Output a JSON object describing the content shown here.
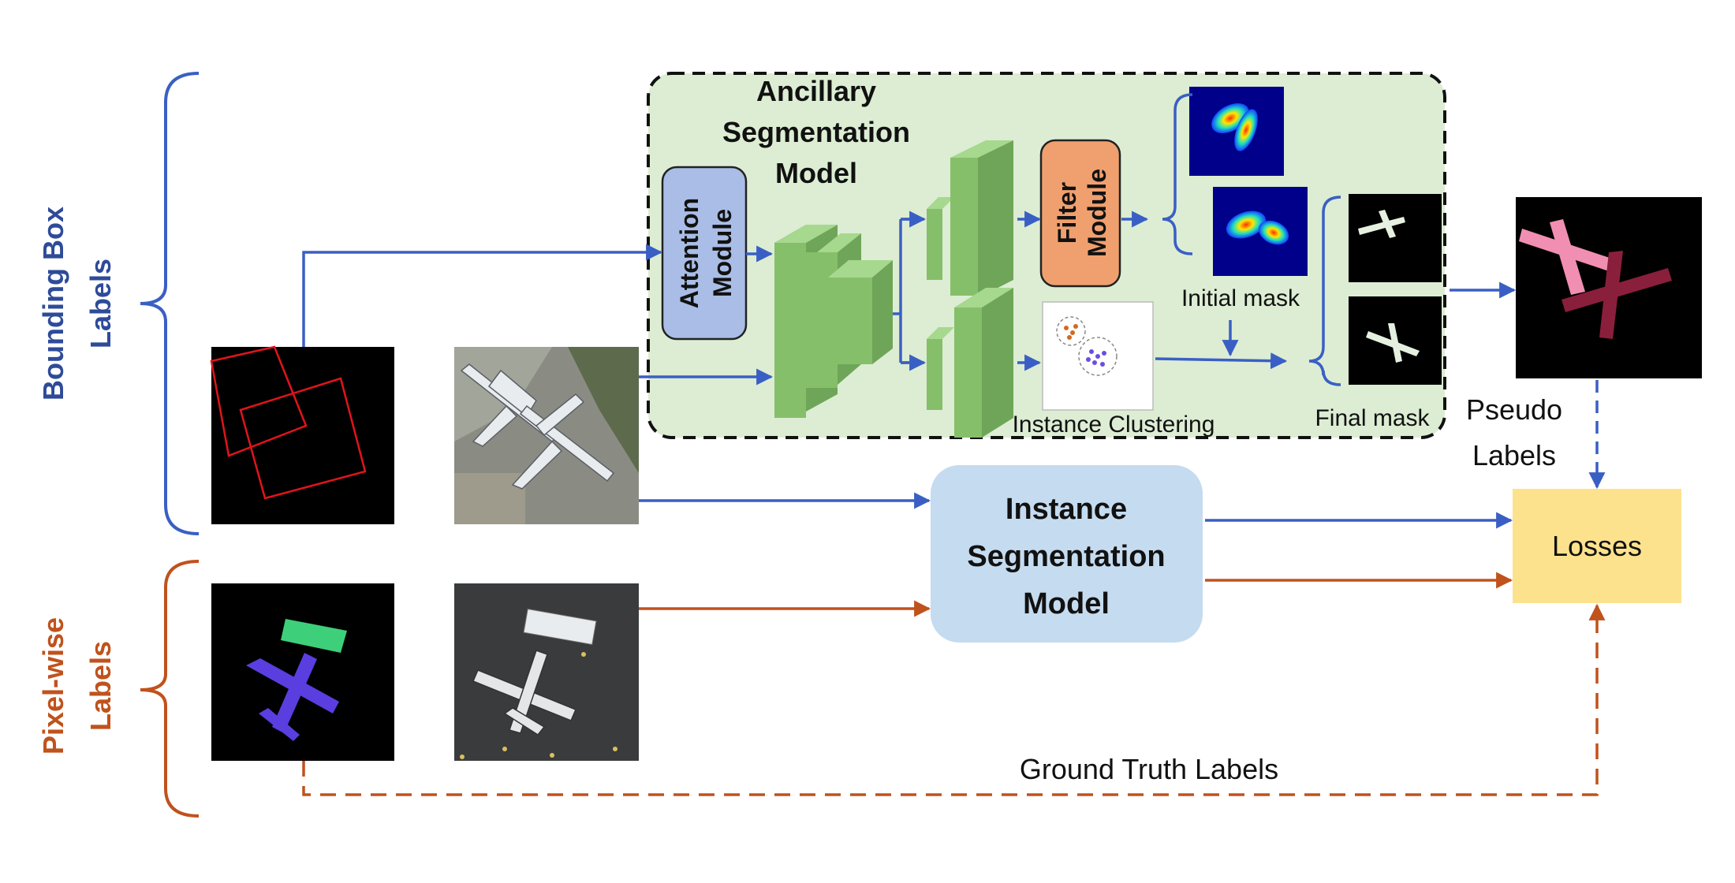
{
  "side_labels": {
    "bounding_box_line1": "Bounding Box",
    "bounding_box_line2": "Labels",
    "pixel_wise_line1": "Pixel-wise",
    "pixel_wise_line2": "Labels"
  },
  "ancillary": {
    "title_line1": "Ancillary",
    "title_line2": "Segmentation",
    "title_line3": "Model",
    "attention_line1": "Attention",
    "attention_line2": "Module",
    "filter_line1": "Filter",
    "filter_line2": "Module",
    "initial_mask": "Initial mask",
    "final_mask": "Final mask",
    "instance_clustering": "Instance Clustering"
  },
  "instance_model": {
    "line1": "Instance",
    "line2": "Segmentation",
    "line3": "Model"
  },
  "pseudo_labels": {
    "line1": "Pseudo",
    "line2": "Labels"
  },
  "losses": "Losses",
  "ground_truth": "Ground Truth Labels",
  "colors": {
    "blue_flow": "#3a5fc4",
    "orange_flow": "#c0521c",
    "label_blue": "#2e4b99",
    "label_orange": "#c0521c",
    "ancillary_bg": "#dcedd3",
    "attention_box": "#a9bde6",
    "filter_box": "#f0a06e",
    "instance_box": "#c5dbef",
    "losses_box": "#fde28d",
    "cnn_green": "#86bf6a"
  }
}
